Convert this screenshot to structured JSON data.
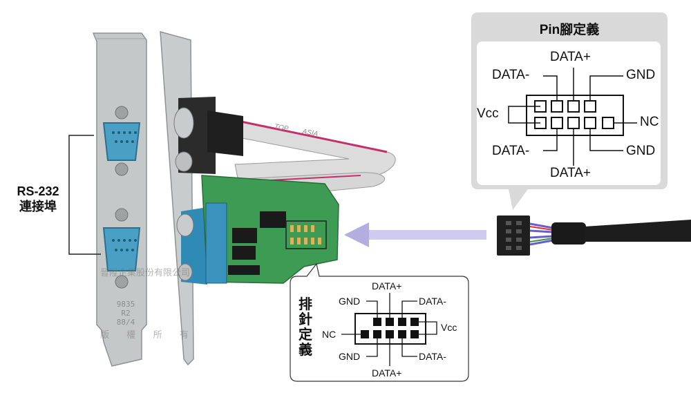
{
  "colors": {
    "bracket_metal": "#bfc2c3",
    "pcb_green": "#3c9a52",
    "db9_blue": "#3a8fb3",
    "callout_gray": "#d8d8d8",
    "arrow_lavender": "#b4aee0"
  },
  "left_label": {
    "line1": "RS-232",
    "line2": "連接埠"
  },
  "bracket_text": {
    "line1": "9835 R2",
    "line2": "88/4"
  },
  "watermark": {
    "line1": "晉陞企業股份有限公司",
    "line2": "版       權       所       有"
  },
  "cable_text": {
    "a": "TOP",
    "b": "ASIA"
  },
  "pin_box": {
    "title": "Pin腳定義",
    "top_data": "DATA+",
    "left_top": "DATA-",
    "right_top": "GND",
    "left_mid": "Vcc",
    "right_mid": "NC",
    "left_bottom": "DATA-",
    "right_bottom": "GND",
    "bottom_data": "DATA+"
  },
  "header_box": {
    "vertical_title": [
      "排",
      "針",
      "定",
      "義"
    ],
    "top_data": "DATA+",
    "left_top": "GND",
    "right_top": "DATA-",
    "left_mid": "NC",
    "right_mid": "Vcc",
    "left_bottom": "GND",
    "right_bottom": "DATA-",
    "bottom_data": "DATA+"
  }
}
